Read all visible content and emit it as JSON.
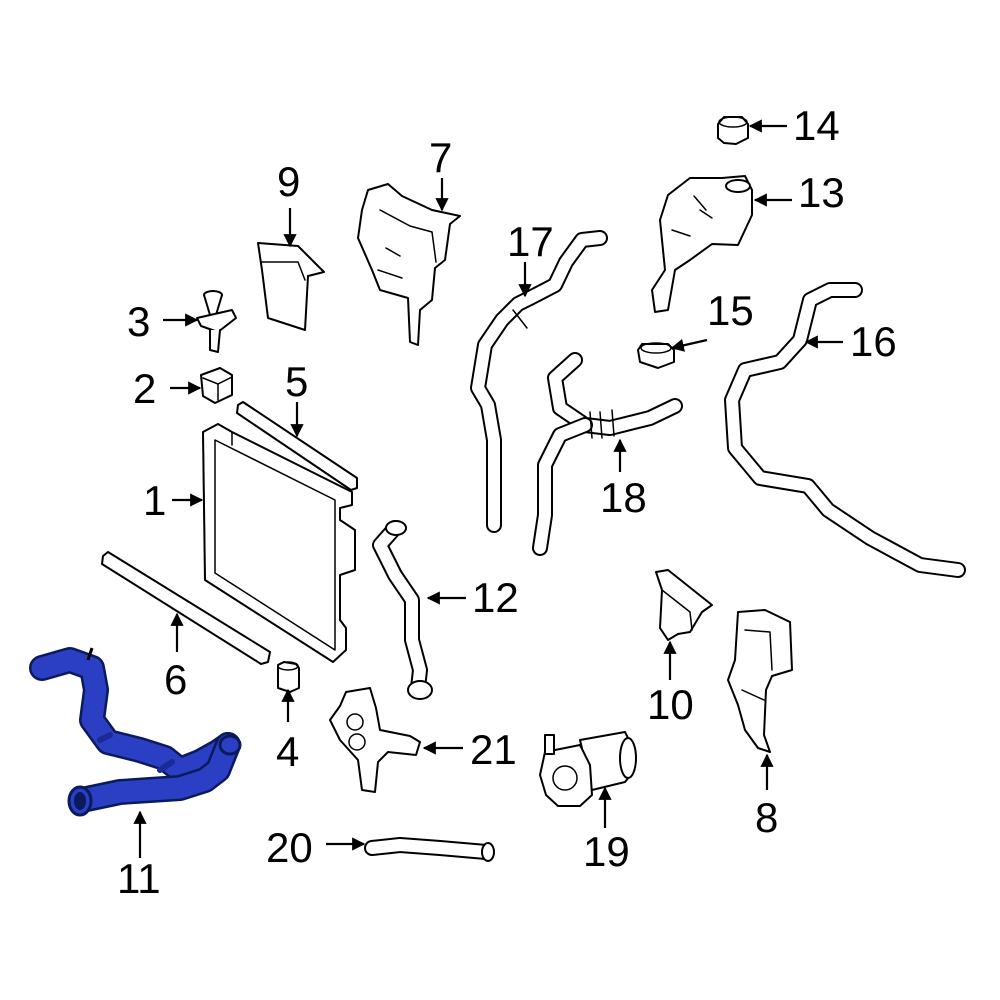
{
  "labels": {
    "l1": "1",
    "l2": "2",
    "l3": "3",
    "l4": "4",
    "l5": "5",
    "l6": "6",
    "l7": "7",
    "l8": "8",
    "l9": "9",
    "l10": "10",
    "l11": "11",
    "l12": "12",
    "l13": "13",
    "l14": "14",
    "l15": "15",
    "l16": "16",
    "l17": "17",
    "l18": "18",
    "l19": "19",
    "l20": "20",
    "l21": "21"
  },
  "highlighted_part": "11",
  "colors": {
    "highlight": "#2b3fc4",
    "highlight_dark": "#0a1a5c",
    "line": "#000000",
    "background": "#ffffff"
  }
}
